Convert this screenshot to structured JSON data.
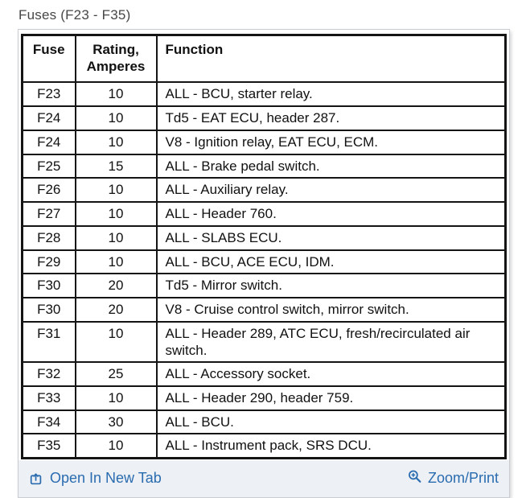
{
  "page": {
    "title": "Fuses (F23 - F35)"
  },
  "table": {
    "headers": {
      "fuse": "Fuse",
      "rating_line1": "Rating,",
      "rating_line2": "Amperes",
      "function": "Function"
    },
    "rows": [
      {
        "fuse": "F23",
        "rating": "10",
        "function": "ALL - BCU, starter relay."
      },
      {
        "fuse": "F24",
        "rating": "10",
        "function": "Td5 - EAT ECU, header 287."
      },
      {
        "fuse": "F24",
        "rating": "10",
        "function": "V8 - Ignition relay, EAT ECU, ECM."
      },
      {
        "fuse": "F25",
        "rating": "15",
        "function": "ALL - Brake pedal switch."
      },
      {
        "fuse": "F26",
        "rating": "10",
        "function": "ALL - Auxiliary relay."
      },
      {
        "fuse": "F27",
        "rating": "10",
        "function": "ALL - Header 760."
      },
      {
        "fuse": "F28",
        "rating": "10",
        "function": "ALL - SLABS ECU."
      },
      {
        "fuse": "F29",
        "rating": "10",
        "function": "ALL - BCU, ACE ECU, IDM."
      },
      {
        "fuse": "F30",
        "rating": "20",
        "function": "Td5 - Mirror switch."
      },
      {
        "fuse": "F30",
        "rating": "20",
        "function": "V8 - Cruise control switch, mirror switch."
      },
      {
        "fuse": "F31",
        "rating": "10",
        "function": "ALL - Header 289, ATC ECU, fresh/recirculated air switch."
      },
      {
        "fuse": "F32",
        "rating": "25",
        "function": "ALL - Accessory socket."
      },
      {
        "fuse": "F33",
        "rating": "10",
        "function": "ALL - Header 290, header 759."
      },
      {
        "fuse": "F34",
        "rating": "30",
        "function": "ALL - BCU."
      },
      {
        "fuse": "F35",
        "rating": "10",
        "function": "ALL - Instrument pack, SRS DCU."
      }
    ]
  },
  "footer": {
    "open_in_new_tab_label": "Open In New Tab",
    "zoom_print_label": "Zoom/Print"
  },
  "colors": {
    "link_blue": "#2a6cb0",
    "table_border": "#141414",
    "footer_bg": "#edf0f4"
  }
}
